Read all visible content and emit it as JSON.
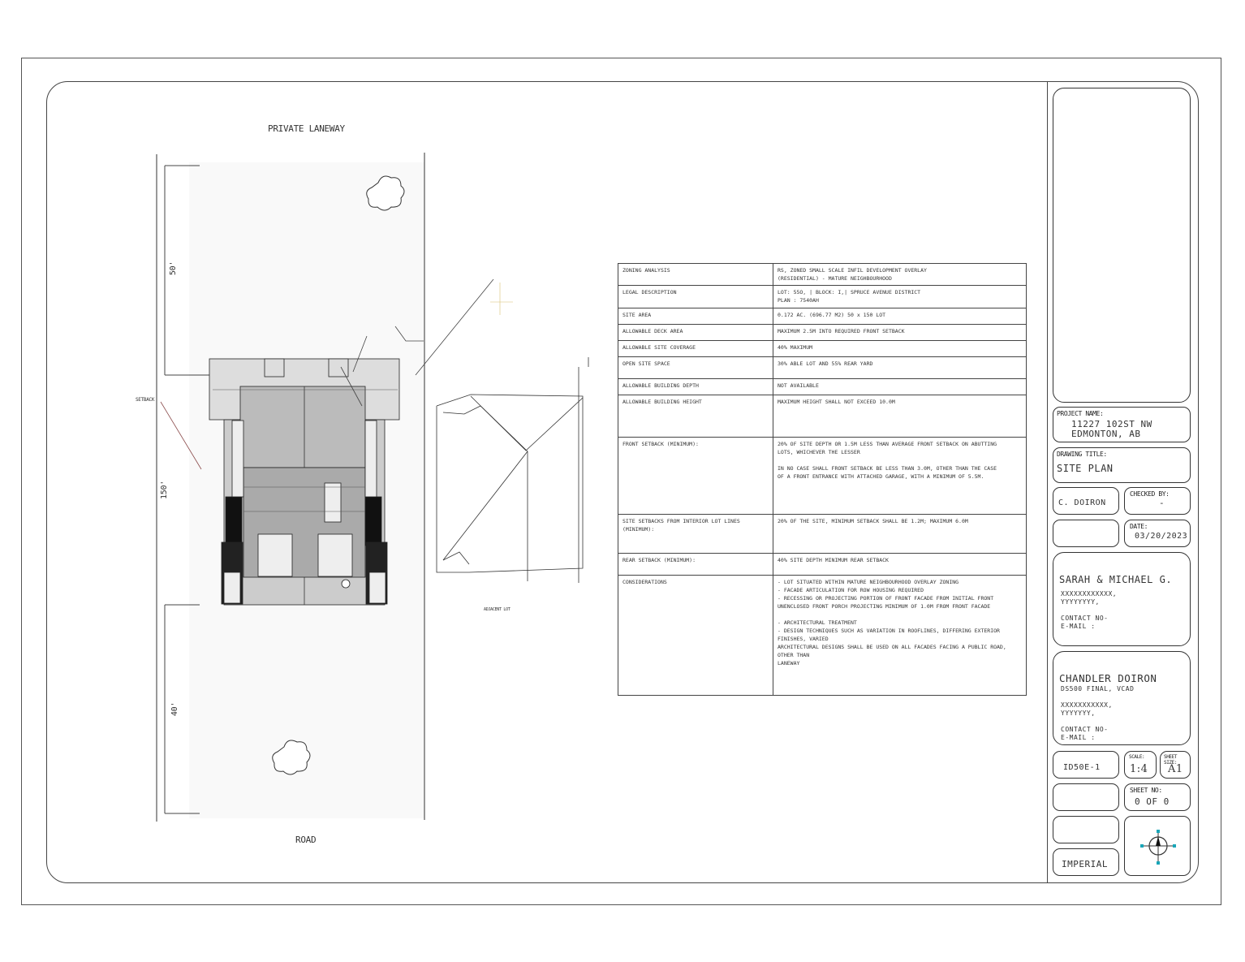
{
  "site_plan": {
    "top_label": "PRIVATE LANEWAY",
    "bottom_label": "ROAD",
    "dimensions": {
      "top": "50'",
      "total": "150'",
      "bottom": "40'",
      "setback": "SETBACK"
    },
    "adjacent_label": "ADJACENT LOT"
  },
  "zoning_table": [
    {
      "key": "ZONING ANALYSIS",
      "value": "RS, ZONED SMALL SCALE INFIL DEVELOPMENT         OVERLAY\n(RESIDENTIAL) - MATURE NEIGHBOURHOOD"
    },
    {
      "key": "LEGAL DESCRIPTION",
      "value": "LOT: 55O, | BLOCK: I,| SPRUCE AVENUE DISTRICT\nPLAN : 7540AH"
    },
    {
      "key": "SITE AREA",
      "value": "0.172 AC. (696.77 M2) 50 x 150 LOT"
    },
    {
      "key": "ALLOWABLE DECK AREA",
      "value": "MAXIMUM 2.5M INTO REQUIRED FRONT SETBACK"
    },
    {
      "key": "ALLOWABLE SITE COVERAGE",
      "value": "40% MAXIMUM"
    },
    {
      "key": "OPEN SITE SPACE",
      "value": "30% ABLE LOT AND 55% REAR YARD"
    },
    {
      "key": "ALLOWABLE BUILDING DEPTH",
      "value": "NOT AVAILABLE"
    },
    {
      "key": "ALLOWABLE BUILDING HEIGHT",
      "value": "MAXIMUM HEIGHT SHALL NOT EXCEED 10.0M"
    },
    {
      "key": "FRONT SETBACK (MINIMUM):",
      "value": "20% OF SITE DEPTH OR 1.5M LESS THAN AVERAGE FRONT SETBACK ON ABUTTING\nLOTS, WHICHEVER THE LESSER\n\nIN NO CASE SHALL FRONT SETBACK BE LESS THAN 3.0M, OTHER THAN THE CASE\nOF A FRONT ENTRANCE WITH ATTACHED GARAGE, WITH A MINIMUM OF 5.5M."
    },
    {
      "key": "SITE SETBACKS FROM INTERIOR LOT LINES\n(MINIMUM):",
      "value": "20% OF THE SITE, MINIMUM SETBACK SHALL BE 1.2M; MAXIMUM 6.0M"
    },
    {
      "key": "REAR SETBACK (MINIMUM):",
      "value": "40% SITE DEPTH MINIMUM REAR SETBACK"
    },
    {
      "key": "CONSIDERATIONS",
      "value": "-      LOT SITUATED WITHIN MATURE NEIGHBOURHOOD OVERLAY ZONING\n-      FACADE ARTICULATION FOR ROW HOUSING REQUIRED\n         - RECESSING OR PROJECTING PORTION OF FRONT FACADE FROM INITIAL FRONT\nUNENCLOSED FRONT PORCH PROJECTING MINIMUM OF 1.0M FROM FRONT FACADE\n\n-      ARCHITECTURAL TREATMENT\n         - DESIGN TECHNIQUES SUCH AS VARIATION IN ROOFLINES, DIFFERING EXTERIOR FINISHES, VARIED\nARCHITECTURAL DESIGNS SHALL BE USED ON ALL FACADES FACING A PUBLIC ROAD, OTHER THAN\nLANEWAY"
    }
  ],
  "title_block": {
    "project_name_label": "PROJECT NAME:",
    "project_name_line1": "11227 102ST NW",
    "project_name_line2": "EDMONTON, AB",
    "drawing_title_label": "DRAWING TITLE:",
    "drawing_title": "SITE PLAN",
    "drawn_by": "C. DOIRON",
    "checked_by_label": "CHECKED BY:",
    "checked_by": "-",
    "date_label": "DATE:",
    "date": "03/20/2023",
    "client_name": "SARAH & MICHAEL G.",
    "client_addr1": "XXXXXXXXXXXX,",
    "client_addr2": "YYYYYYYY,",
    "client_contact": "CONTACT NO-",
    "client_email": "E-MAIL :",
    "designer_name": "CHANDLER DOIRON",
    "designer_sub": "DS500 FINAL, VCAD",
    "designer_addr1": "XXXXXXXXXXX,",
    "designer_addr2": "YYYYYYY,",
    "designer_contact": "CONTACT NO-",
    "designer_email": "E-MAIL :",
    "sheet_id": "ID50E-1",
    "scale_label": "SCALE:",
    "scale": "1:4",
    "sheet_size_label": "SHEET SIZE:",
    "sheet_size": "A1",
    "sheet_no_label": "SHEET NO:",
    "sheet_no": "0 OF 0",
    "units": "IMPERIAL",
    "north_icon": "north-arrow-icon"
  }
}
